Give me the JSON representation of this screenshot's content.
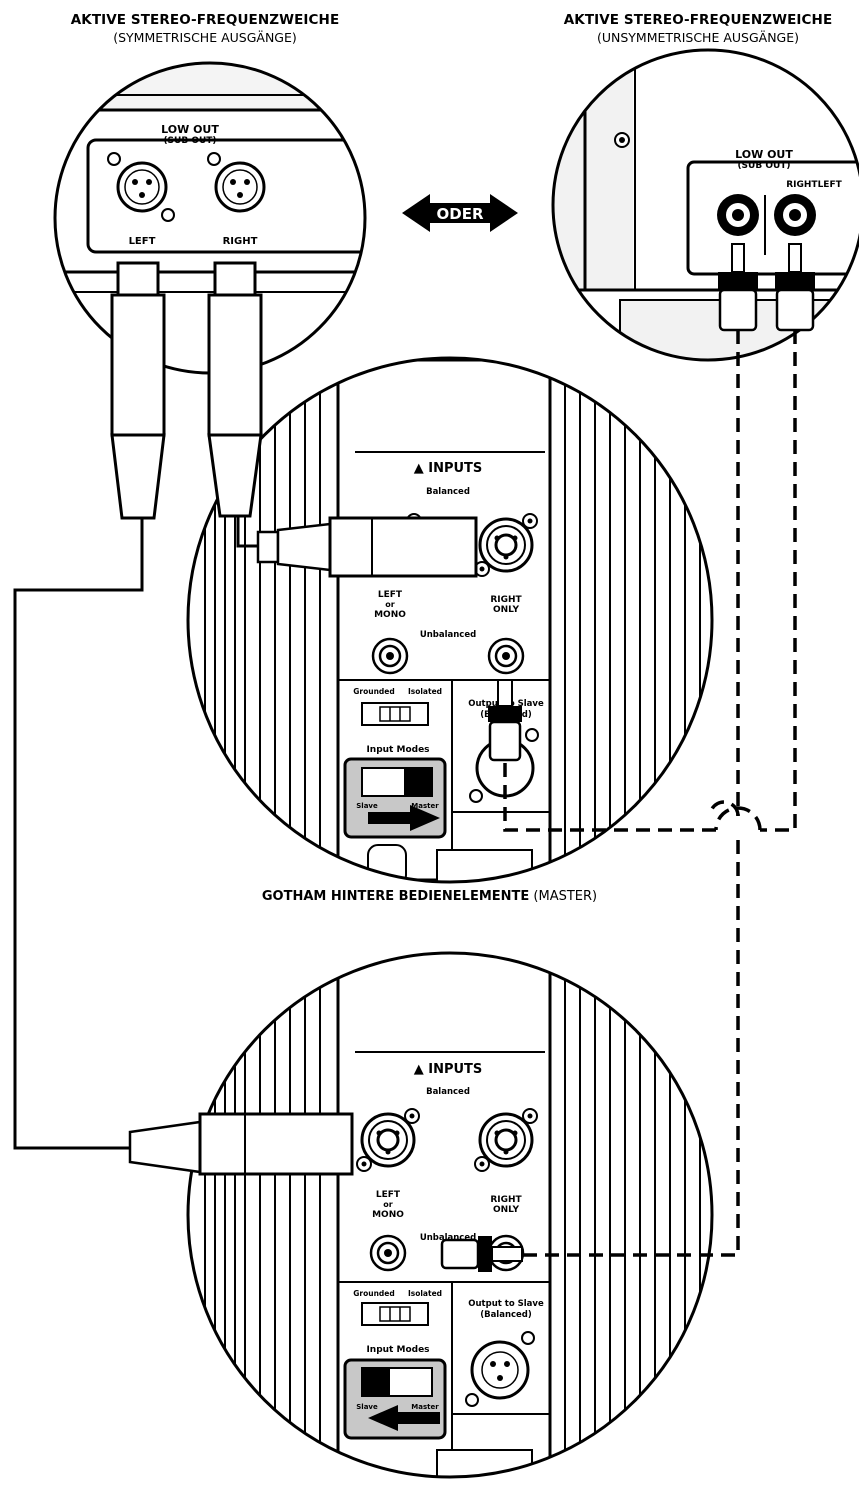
{
  "captions": {
    "left_title": "AKTIVE STEREO-FREQUENZWEICHE",
    "left_sub": "(SYMMETRISCHE AUSGÄNGE)",
    "right_title": "AKTIVE STEREO-FREQUENZWEICHE",
    "right_sub": "(UNSYMMETRISCHE AUSGÄNGE)",
    "master_bold": "GOTHAM HINTERE BEDIENELEMENTE",
    "master_rest": "(MASTER)"
  },
  "oder_label": "ODER",
  "crossover_balanced": {
    "out_title": "LOW OUT",
    "out_sub": "(SUB OUT)",
    "left": "LEFT",
    "right": "RIGHT"
  },
  "crossover_unbalanced": {
    "out_title": "LOW OUT",
    "out_sub": "(SUB OUT)",
    "channels": "RIGHTLEFT"
  },
  "panel_master": {
    "inputs": "▲ INPUTS",
    "balanced": "Balanced",
    "left_line1": "LEFT",
    "left_line2": "or",
    "left_line3": "MONO",
    "right_line1": "RIGHT",
    "right_line2": "ONLY",
    "unbalanced": "Unbalanced",
    "grounded": "Grounded",
    "isolated": "Isolated",
    "input_modes": "Input Modes",
    "slave": "Slave",
    "master": "Master",
    "output_line1": "Output to Slave",
    "output_line2": "(Balanced)"
  },
  "panel_slave": {
    "inputs": "▲ INPUTS",
    "balanced": "Balanced",
    "left_line1": "LEFT",
    "left_line2": "or",
    "left_line3": "MONO",
    "right_line1": "RIGHT",
    "right_line2": "ONLY",
    "unbalanced": "Unbalanced",
    "grounded": "Grounded",
    "isolated": "Isolated",
    "input_modes": "Input Modes",
    "slave": "Slave",
    "master": "Master",
    "output_line1": "Output to Slave",
    "output_line2": "(Balanced)"
  }
}
